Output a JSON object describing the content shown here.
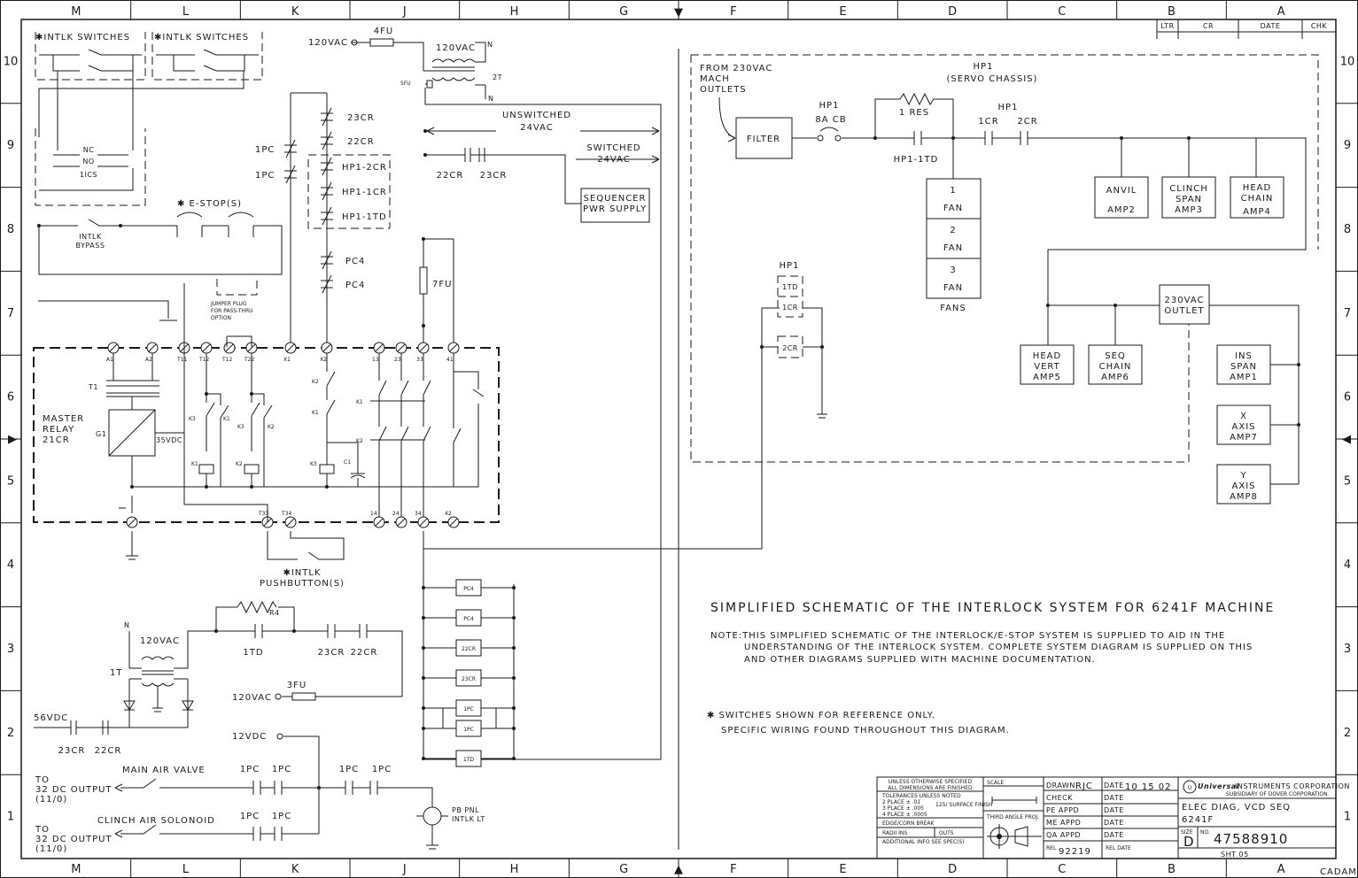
{
  "grid": {
    "columns": [
      "M",
      "L",
      "K",
      "J",
      "H",
      "G",
      "F",
      "E",
      "D",
      "C",
      "B",
      "A"
    ],
    "rows": [
      "10",
      "9",
      "8",
      "7",
      "6",
      "5",
      "4",
      "3",
      "2",
      "1"
    ]
  },
  "revision_block": {
    "ltr": "LTR",
    "cr": "CR",
    "date": "DATE",
    "chk": "CHK"
  },
  "left": {
    "intlk_switches_1": "✱INTLK SWITCHES",
    "intlk_switches_2": "✱INTLK SWITCHES",
    "nc": "NC",
    "no": "NO",
    "ics": "1ICS",
    "intlk": "INTLK",
    "bypass": "BYPASS",
    "estop": "✱ E-STOP(S)",
    "jumper_1": "JUMPER PLUG",
    "jumper_2": "FOR PASS-THRU",
    "jumper_3": "OPTION",
    "fu4": "4FU",
    "v120_a": "120VAC",
    "v120_b": "120VAC",
    "n_a": "N",
    "n_b": "N",
    "t2": "2T",
    "fu5": "5FU",
    "cr23": "23CR",
    "cr22": "22CR",
    "pc1a": "1PC",
    "pc1b": "1PC",
    "hp1_2cr": "HP1-2CR",
    "hp1_1cr": "HP1-1CR",
    "hp1_1td": "HP1-1TD",
    "pc4a": "PC4",
    "pc4b": "PC4",
    "unswitched_1": "UNSWITCHED",
    "unswitched_2": "24VAC",
    "switched_1": "SWITCHED",
    "switched_2": "24VAC",
    "c22cr": "22CR",
    "c23cr": "23CR",
    "seq_1": "SEQUENCER",
    "seq_2": "PWR SUPPLY",
    "fu7": "7FU",
    "master_1": "MASTER",
    "master_2": "RELAY",
    "master_3": "21CR",
    "g1": "G1",
    "t1": "T1",
    "v35": "35VDC",
    "term_top": [
      "A1",
      "A2",
      "T11",
      "T12",
      "T12",
      "T22",
      "X1",
      "X2",
      "13",
      "23",
      "33",
      "41"
    ],
    "term_bot": [
      "T33",
      "T34",
      "14",
      "24",
      "34",
      "42"
    ],
    "k": {
      "k3a": "K3",
      "k1a": "K1",
      "k3b": "K3",
      "k2a": "K2",
      "k1c": "K1",
      "k2c": "K2",
      "k2t": "K2",
      "k1t": "K1",
      "k1s": "K1",
      "k2s": "K2",
      "k3c": "K3",
      "c1": "C1"
    },
    "pushbutton_1": "✱INTLK",
    "pushbutton_2": "PUSHBUTTON(S)",
    "coil_labels": [
      "PC4",
      "PC4",
      "22CR",
      "23CR",
      "1PC",
      "1PC",
      "1TD"
    ],
    "r4": "R4",
    "v120_c": "120VAC",
    "n_c": "N",
    "t1b": "1T",
    "td1": "1TD",
    "cr23b": "23CR",
    "cr22b": "22CR",
    "fu3": "3FU",
    "v120_d": "120VAC",
    "v56": "56VDC",
    "cr23c": "23CR",
    "cr22c": "22CR",
    "v12": "12VDC",
    "main_air": "MAIN AIR VALVE",
    "clinch_air": "CLINCH AIR SOLONOID",
    "to_1a": "TO",
    "to_1b": "32 DC OUTPUT",
    "to_1c": "(11/0)",
    "to_2a": "TO",
    "to_2b": "32 DC OUTPUT",
    "to_2c": "(11/0)",
    "pc_row1": [
      "1PC",
      "1PC",
      "1PC",
      "1PC"
    ],
    "pc_row2": [
      "1PC",
      "1PC"
    ],
    "pb_1": "PB PNL",
    "pb_2": "INTLK LT"
  },
  "right": {
    "from_1": "FROM 230VAC",
    "from_2": "MACH",
    "from_3": "OUTLETS",
    "hp1_title": "HP1",
    "servo": "(SERVO CHASSIS)",
    "filter": "FILTER",
    "hp1_cb_1": "HP1",
    "hp1_cb_2": "8A CB",
    "res": "1 RES",
    "hp1_1td": "HP1-1TD",
    "hp1_b": "HP1",
    "cr1": "1CR",
    "cr2": "2CR",
    "fans": [
      {
        "n": "1",
        "l": "FAN"
      },
      {
        "n": "2",
        "l": "FAN"
      },
      {
        "n": "3",
        "l": "FAN"
      }
    ],
    "fans_label": "FANS",
    "anvil_1": "ANVIL",
    "anvil_2": "AMP2",
    "clinch_1": "CLINCH",
    "clinch_2": "SPAN",
    "clinch_3": "AMP3",
    "head_1": "HEAD",
    "head_2": "CHAIN",
    "head_3": "AMP4",
    "hp1_c": "HP1",
    "td1": "1TD",
    "cr1b": "1CR",
    "cr2b": "2CR",
    "outlet_1": "230VAC",
    "outlet_2": "OUTLET",
    "hv_1": "HEAD",
    "hv_2": "VERT",
    "hv_3": "AMP5",
    "sc_1": "SEQ",
    "sc_2": "CHAIN",
    "sc_3": "AMP6",
    "ins_1": "INS",
    "ins_2": "SPAN",
    "ins_3": "AMP1",
    "x_1": "X",
    "x_2": "AXIS",
    "x_3": "AMP7",
    "y_1": "Y",
    "y_2": "AXIS",
    "y_3": "AMP8"
  },
  "title": "SIMPLIFIED SCHEMATIC OF THE INTERLOCK SYSTEM FOR 6241F MACHINE",
  "note_lines": [
    "NOTE:THIS SIMPLIFIED SCHEMATIC OF THE INTERLOCK/E-STOP SYSTEM IS SUPPLIED TO AID IN THE",
    "UNDERSTANDING OF THE INTERLOCK SYSTEM.  COMPLETE SYSTEM DIAGRAM IS SUPPLIED ON THIS",
    "AND OTHER DIAGRAMS SUPPLIED WITH MACHINE DOCUMENTATION."
  ],
  "footnote_1": "✱ SWITCHES SHOWN FOR REFERENCE ONLY.",
  "footnote_2": "SPECIFIC WIRING FOUND THROUGHOUT THIS DIAGRAM.",
  "title_block": {
    "unless_1": "UNLESS OTHERWISE SPECIFIED",
    "unless_2": "ALL DIMENSIONS ARE FINISHED",
    "tol_1": "TOLERANCES UNLESS NOTED",
    "tol_2": "2 PLACE ± .01",
    "tol_3": "3 PLACE ± .005",
    "tol_4": "4 PLACE ± .0005",
    "surface": "125/ SURFACE FINISH",
    "edge": "EDGE/CORN BREAK",
    "radii": "RADII INS",
    "outs": "OUTS",
    "addl": "ADDITIONAL INFO SEE SPEC(S)",
    "scale": "SCALE",
    "third_angle": "THIRD ANGLE PROJ.",
    "drawn": "DRAWN",
    "drawn_by": "RJC",
    "date_lbl": "DATE",
    "drawn_date": "10 15 02",
    "check": "CHECK",
    "pe": "PE APPD",
    "me": "ME APPD",
    "qa": "QA APPD",
    "rel": "REL",
    "rel_no": "92219",
    "rel_date": "REL DATE",
    "company": "Universal",
    "company_2": "INSTRUMENTS CORPORATION",
    "subsidiary": "SUBSIDIARY OF DOVER CORPORATION",
    "drawing_title_1": "ELEC DIAG, VCD SEQ",
    "drawing_title_2": "6241F",
    "size_lbl": "SIZE",
    "size": "D",
    "no_lbl": "NO.",
    "number": "47588910",
    "sheet": "SHT 05",
    "cadam": "CADAM"
  }
}
